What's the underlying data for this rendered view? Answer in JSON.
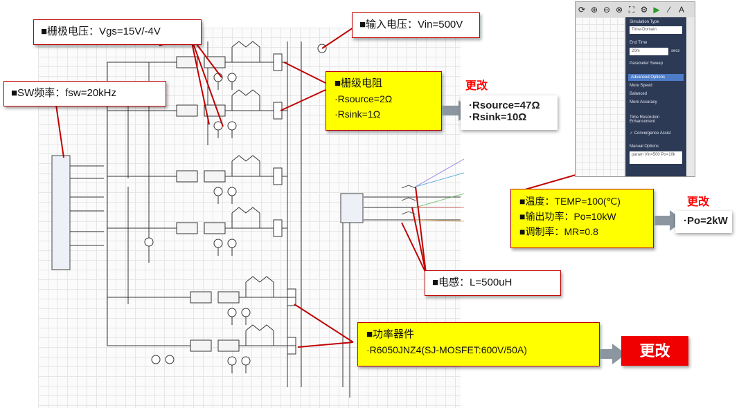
{
  "labels": {
    "gate_voltage": "■栅极电压：Vgs=15V/-4V",
    "input_voltage": "■输入电压：Vin=500V",
    "sw_freq": "■SW频率：fsw=20kHz",
    "gate_resistor": {
      "title": "■栅级电阻",
      "rsource": "·Rsource=2Ω",
      "rsink": "·Rsink=1Ω"
    },
    "gate_resistor_change": "更改",
    "gate_resistor_result": [
      "·Rsource=47Ω",
      "·Rsink=10Ω"
    ],
    "conditions": {
      "temp": "■温度：TEMP=100(℃)",
      "power": "■输出功率：Po=10kW",
      "mr": "■调制率：MR=0.8"
    },
    "conditions_change": "更改",
    "conditions_result": "·Po=2kW",
    "inductor": "■电感：L=500uH",
    "power_device": {
      "title": "■功率器件",
      "part": "·R6050JNZ4(SJ-MOSFET:600V/50A)"
    },
    "power_device_change": "更改"
  },
  "sim_panel": {
    "simulation_type_label": "Simulation Type",
    "simulation_type_value": "Time-Domain",
    "end_time_label": "End Time",
    "end_time_value": "20m",
    "end_time_unit": "secs",
    "parameter_sweep": "Parameter Sweep",
    "advanced_options": "Advanced Options",
    "more_speed": "More Speed",
    "balanced": "Balanced",
    "more_accuracy": "More Accuracy",
    "time_resolution": "Time Resolution Enhancement",
    "convergence_assist": "✓ Convergence Assist",
    "manual_options": "Manual Options",
    "manual_text": "param Vin=500 Po=10k"
  },
  "colors": {
    "callout_border": "#c00000",
    "highlight": "#ffff00",
    "change_red": "#ff0000",
    "arrow_gray": "#8c96a0"
  }
}
